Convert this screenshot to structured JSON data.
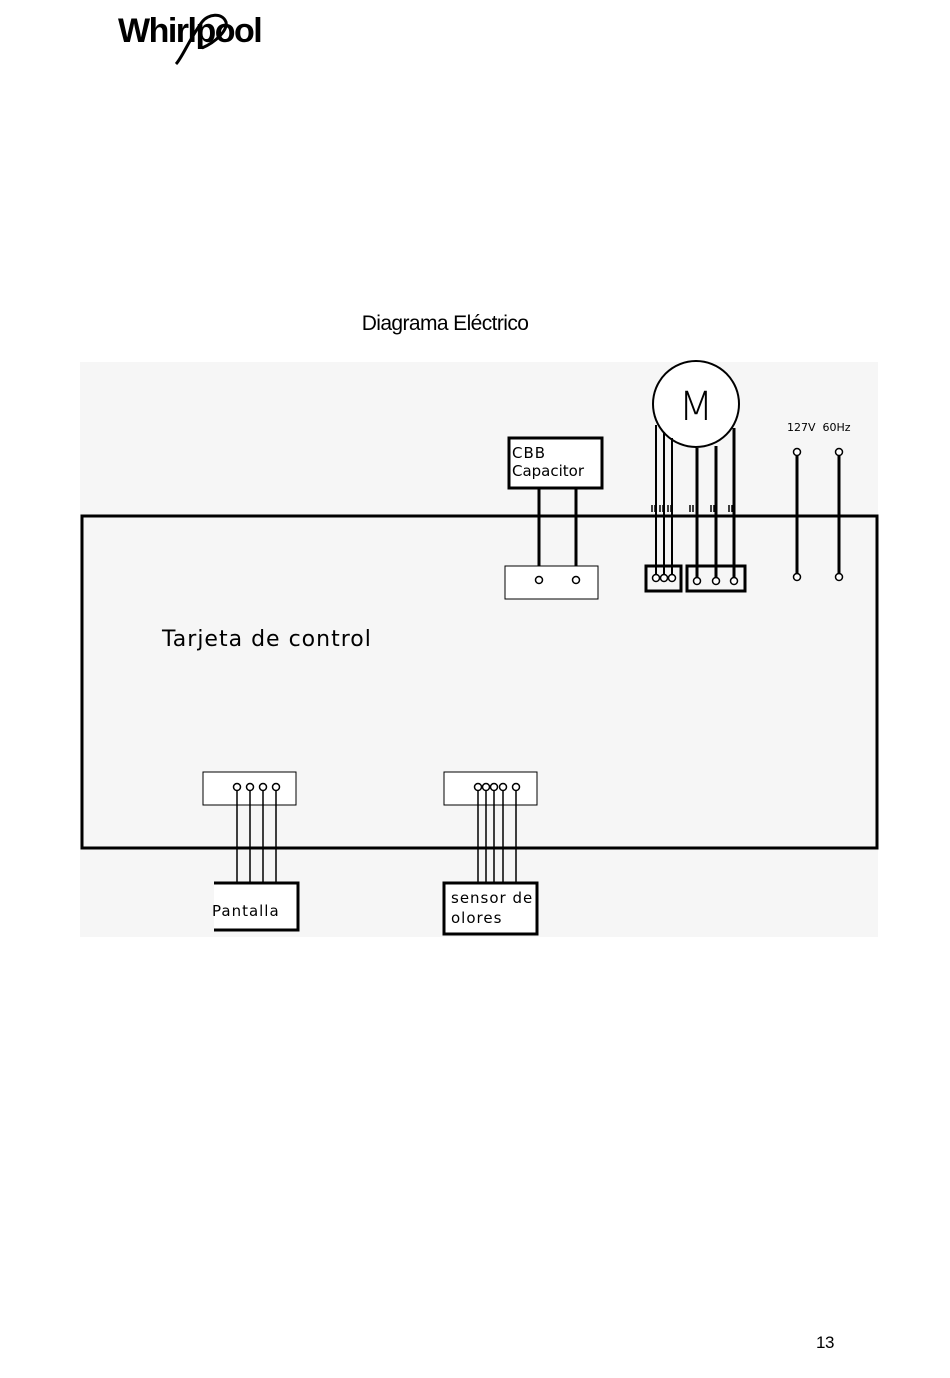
{
  "brand": {
    "name": "Whirlpool"
  },
  "document": {
    "title": "Diagrama Eléctrico",
    "page_number": "13"
  },
  "diagram": {
    "board_label": "Tarjeta de control",
    "capacitor_label_line1": "CBB",
    "capacitor_label_line2": "Capacitor",
    "motor_label": "M",
    "power_label": "127V  60Hz",
    "display_label": "Pantalla",
    "sensor_label_line1": "sensor de",
    "sensor_label_line2": "olores"
  }
}
